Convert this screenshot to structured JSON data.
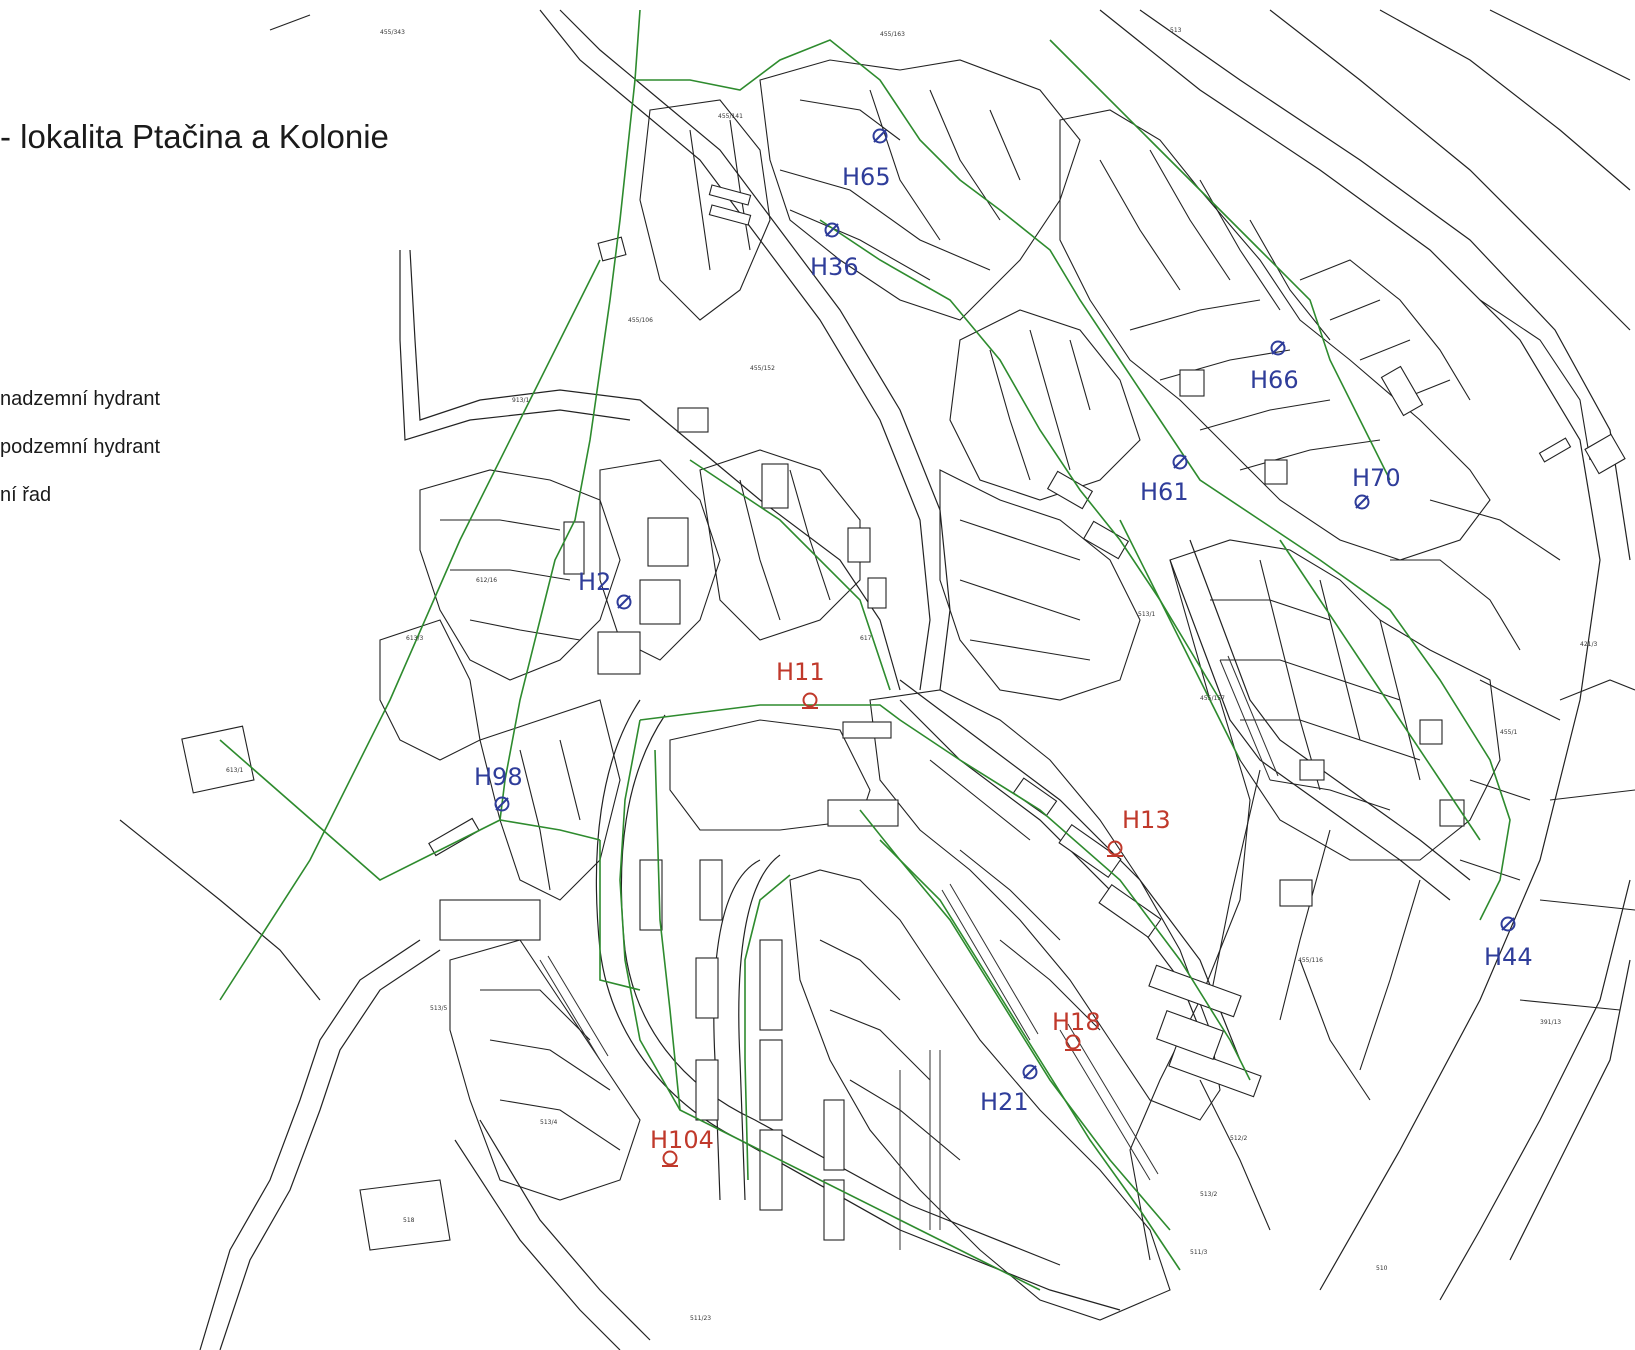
{
  "title": "- lokalita Ptačina a Kolonie",
  "legend": {
    "above_ground": "nadzemní hydrant",
    "underground": "podzemní hydrant",
    "main": "ní řad"
  },
  "colors": {
    "above_ground": "#c0392b",
    "underground": "#2f3d9a",
    "water_main": "#2e8b2e",
    "parcel": "#222222"
  },
  "hydrants": [
    {
      "id": "H11",
      "type": "above_ground"
    },
    {
      "id": "H13",
      "type": "above_ground"
    },
    {
      "id": "H18",
      "type": "above_ground"
    },
    {
      "id": "H104",
      "type": "above_ground"
    },
    {
      "id": "H2",
      "type": "underground"
    },
    {
      "id": "H98",
      "type": "underground"
    },
    {
      "id": "H21",
      "type": "underground"
    },
    {
      "id": "H61",
      "type": "underground"
    },
    {
      "id": "H66",
      "type": "underground"
    },
    {
      "id": "H70",
      "type": "underground"
    },
    {
      "id": "H44",
      "type": "underground"
    },
    {
      "id": "H36",
      "type": "underground"
    },
    {
      "id": "H65",
      "type": "underground"
    }
  ]
}
